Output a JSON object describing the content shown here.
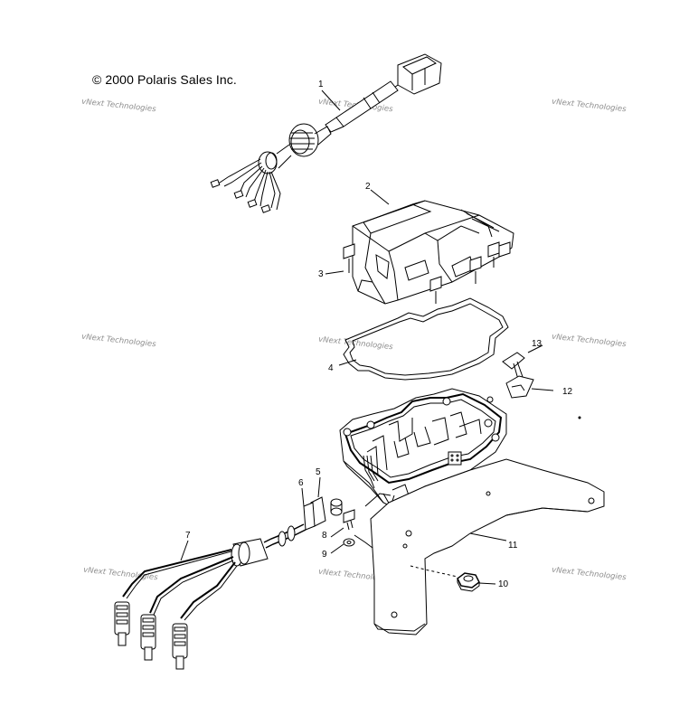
{
  "copyright": "© 2000 Polaris Sales Inc.",
  "watermark": "vNext Technologies",
  "callouts": [
    "1",
    "2",
    "3",
    "4",
    "5",
    "6",
    "7",
    "8",
    "9",
    "10",
    "11",
    "12",
    "13"
  ]
}
